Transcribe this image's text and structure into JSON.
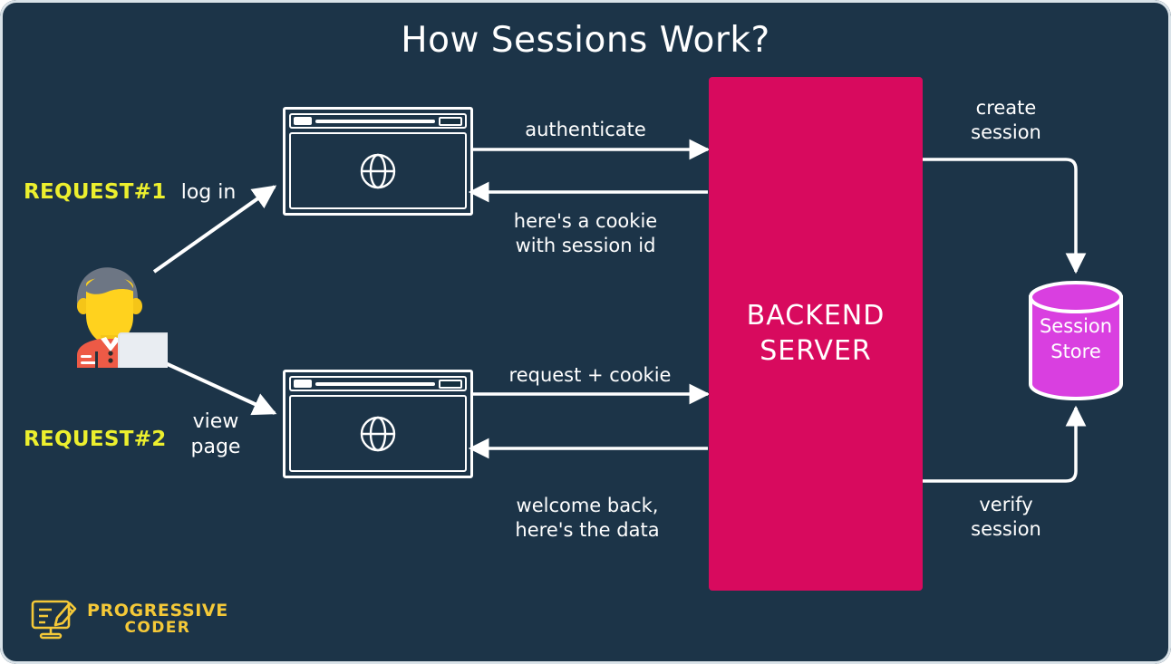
{
  "diagram": {
    "title": "How Sessions Work?",
    "background_color": "#1c3448",
    "accent_yellow": "#ecef2e",
    "server_color": "#d80a5e",
    "store_color": "#d93fe0"
  },
  "actors": {
    "user_icon": "user-at-computer-icon",
    "request1": {
      "badge": "REQUEST#1",
      "action": "log in"
    },
    "request2": {
      "badge": "REQUEST#2",
      "action": "view\npage"
    }
  },
  "browsers": {
    "top": {
      "icon": "globe-icon"
    },
    "bottom": {
      "icon": "globe-icon"
    }
  },
  "server": {
    "label": "BACKEND\nSERVER"
  },
  "store": {
    "label": "Session\nStore"
  },
  "messages": {
    "req1_out": "authenticate",
    "req1_in": "here's a cookie\nwith session id",
    "req2_out": "request + cookie",
    "req2_in": "welcome back,\nhere's the data",
    "store_create": "create\nsession",
    "store_verify": "verify\nsession"
  },
  "branding": {
    "logo_icon": "monitor-pencil-icon",
    "line1": "PROGRESSIVE",
    "line2": "CODER"
  }
}
